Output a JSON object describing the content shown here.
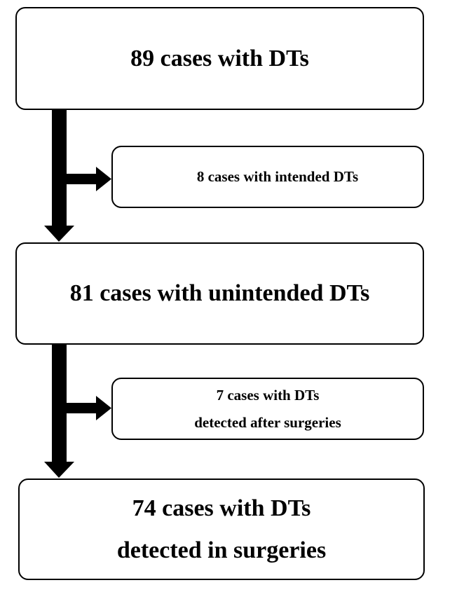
{
  "nodes": {
    "total": {
      "text": "89 cases with DTs"
    },
    "intended": {
      "text": "8 cases with intended DTs"
    },
    "unintended": {
      "text": "81 cases with unintended DTs"
    },
    "after_surgery": {
      "line1": "7 cases with DTs",
      "line2": "detected after surgeries"
    },
    "in_surgery": {
      "line1": "74 cases with DTs",
      "line2": "detected in surgeries"
    }
  },
  "edges": [
    {
      "from": "total",
      "to": "unintended",
      "kind": "main"
    },
    {
      "from": "total",
      "to": "intended",
      "kind": "branch"
    },
    {
      "from": "unintended",
      "to": "in_surgery",
      "kind": "main"
    },
    {
      "from": "unintended",
      "to": "after_surgery",
      "kind": "branch"
    }
  ],
  "colors": {
    "stroke": "#000000",
    "fill": "#ffffff"
  }
}
